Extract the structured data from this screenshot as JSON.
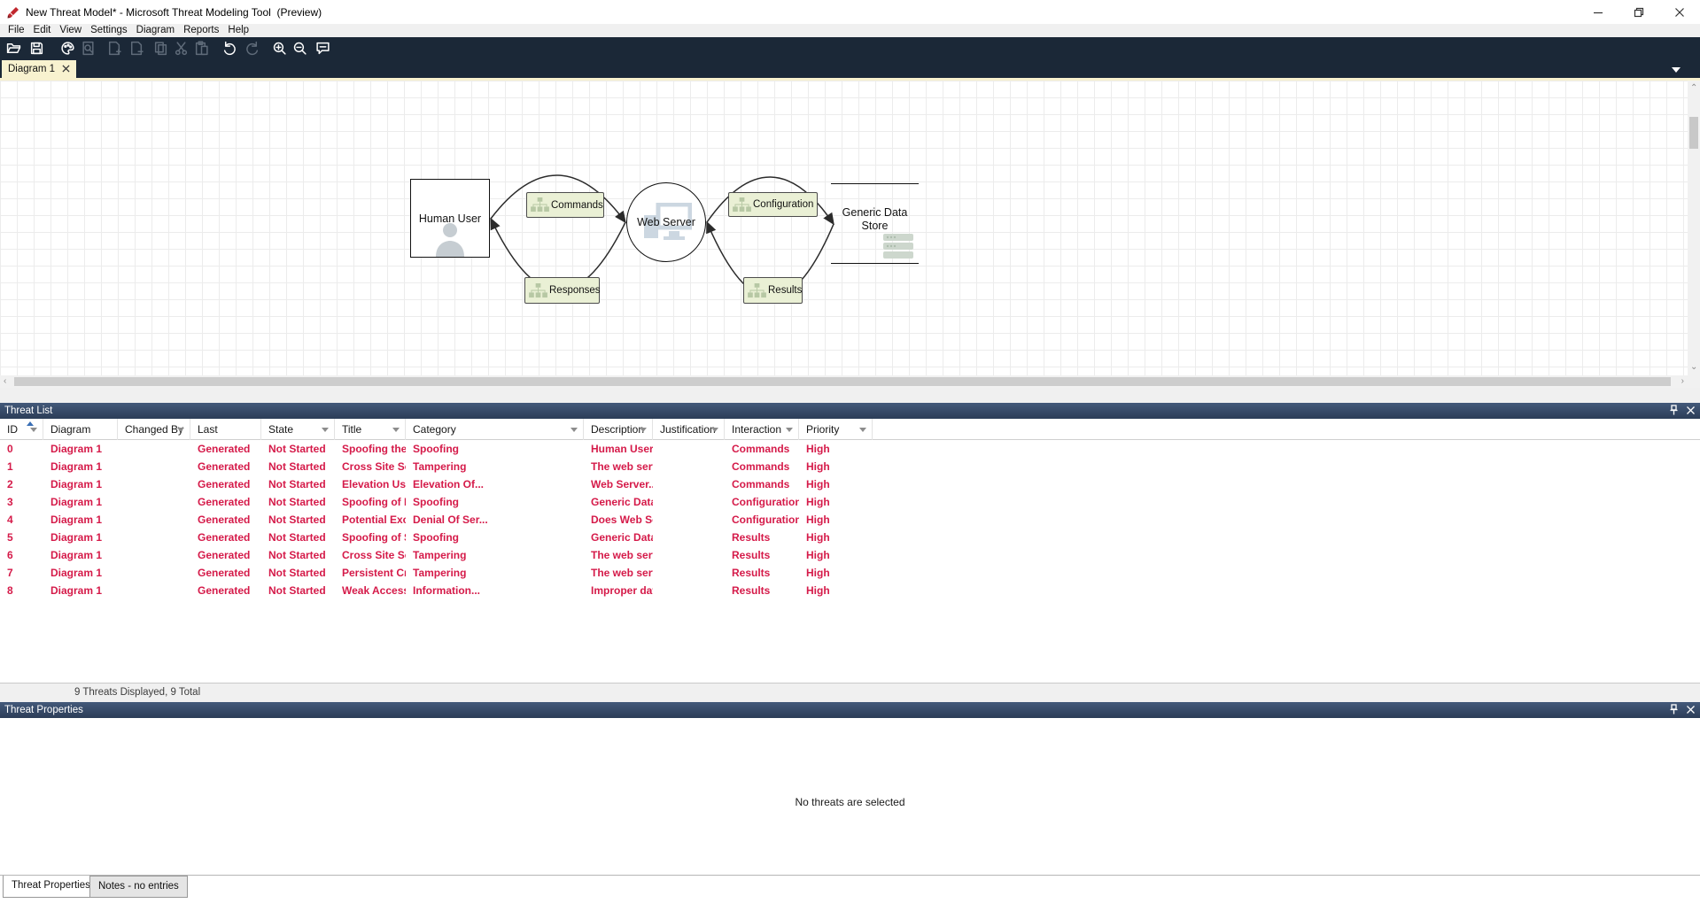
{
  "window": {
    "title": "New Threat Model* - Microsoft Threat Modeling Tool  (Preview)"
  },
  "menu": {
    "items": [
      {
        "label": "File"
      },
      {
        "label": "Edit"
      },
      {
        "label": "View"
      },
      {
        "label": "Settings"
      },
      {
        "label": "Diagram"
      },
      {
        "label": "Reports"
      },
      {
        "label": "Help"
      }
    ]
  },
  "toolbar": {
    "icons": [
      {
        "name": "open-folder-icon",
        "enabled": true
      },
      {
        "name": "save-icon",
        "enabled": true
      },
      {
        "name": "report-palette-icon",
        "enabled": true
      },
      {
        "name": "find-in-document-icon",
        "enabled": false
      },
      {
        "name": "add-diagram-icon",
        "enabled": false
      },
      {
        "name": "remove-diagram-icon",
        "enabled": false
      },
      {
        "name": "copy-icon",
        "enabled": false
      },
      {
        "name": "cut-icon",
        "enabled": false
      },
      {
        "name": "paste-icon",
        "enabled": false
      },
      {
        "name": "undo-icon",
        "enabled": true
      },
      {
        "name": "redo-icon",
        "enabled": false
      },
      {
        "name": "zoom-in-icon",
        "enabled": true
      },
      {
        "name": "zoom-out-icon",
        "enabled": true
      },
      {
        "name": "feedback-icon",
        "enabled": true
      }
    ]
  },
  "diagram_tab": {
    "label": "Diagram 1"
  },
  "diagram": {
    "nodes": {
      "human_user": "Human User",
      "web_server": "Web Server",
      "generic_data_store": "Generic Data Store"
    },
    "flows": {
      "commands": "Commands",
      "responses": "Responses",
      "configuration": "Configuration",
      "results": "Results"
    }
  },
  "threat_list": {
    "title": "Threat List",
    "status": "9 Threats Displayed, 9 Total",
    "columns": [
      {
        "field": "id",
        "label": "ID",
        "filter": true,
        "sorted": "asc"
      },
      {
        "field": "diagram",
        "label": "Diagram",
        "filter": false
      },
      {
        "field": "changed_by",
        "label": "Changed By",
        "filter": true
      },
      {
        "field": "last_modified",
        "label": "Last Modified",
        "filter": false
      },
      {
        "field": "state",
        "label": "State",
        "filter": true
      },
      {
        "field": "title",
        "label": "Title",
        "filter": true
      },
      {
        "field": "category",
        "label": "Category",
        "filter": true
      },
      {
        "field": "description",
        "label": "Description",
        "filter": true
      },
      {
        "field": "justification",
        "label": "Justification",
        "filter": true
      },
      {
        "field": "interaction",
        "label": "Interaction",
        "filter": true
      },
      {
        "field": "priority",
        "label": "Priority",
        "filter": true
      }
    ],
    "rows": [
      {
        "id": "0",
        "diagram": "Diagram 1",
        "changed_by": "",
        "last_modified": "Generated",
        "state": "Not Started",
        "title": "Spoofing the...",
        "category": "Spoofing",
        "description": "Human User...",
        "justification": "",
        "interaction": "Commands",
        "priority": "High"
      },
      {
        "id": "1",
        "diagram": "Diagram 1",
        "changed_by": "",
        "last_modified": "Generated",
        "state": "Not Started",
        "title": "Cross Site Scr...",
        "category": "Tampering",
        "description": "The web serv...",
        "justification": "",
        "interaction": "Commands",
        "priority": "High"
      },
      {
        "id": "2",
        "diagram": "Diagram 1",
        "changed_by": "",
        "last_modified": "Generated",
        "state": "Not Started",
        "title": "Elevation Usi...",
        "category": "Elevation Of...",
        "description": "Web Server...",
        "justification": "",
        "interaction": "Commands",
        "priority": "High"
      },
      {
        "id": "3",
        "diagram": "Diagram 1",
        "changed_by": "",
        "last_modified": "Generated",
        "state": "Not Started",
        "title": "Spoofing of D...",
        "category": "Spoofing",
        "description": "Generic Data...",
        "justification": "",
        "interaction": "Configuration",
        "priority": "High"
      },
      {
        "id": "4",
        "diagram": "Diagram 1",
        "changed_by": "",
        "last_modified": "Generated",
        "state": "Not Started",
        "title": "Potential Exc...",
        "category": "Denial Of Ser...",
        "description": "Does Web Se...",
        "justification": "",
        "interaction": "Configuration",
        "priority": "High"
      },
      {
        "id": "5",
        "diagram": "Diagram 1",
        "changed_by": "",
        "last_modified": "Generated",
        "state": "Not Started",
        "title": "Spoofing of S...",
        "category": "Spoofing",
        "description": "Generic Data...",
        "justification": "",
        "interaction": "Results",
        "priority": "High"
      },
      {
        "id": "6",
        "diagram": "Diagram 1",
        "changed_by": "",
        "last_modified": "Generated",
        "state": "Not Started",
        "title": "Cross Site Scr...",
        "category": "Tampering",
        "description": "The web serv...",
        "justification": "",
        "interaction": "Results",
        "priority": "High"
      },
      {
        "id": "7",
        "diagram": "Diagram 1",
        "changed_by": "",
        "last_modified": "Generated",
        "state": "Not Started",
        "title": "Persistent Cr...",
        "category": "Tampering",
        "description": "The web serv...",
        "justification": "",
        "interaction": "Results",
        "priority": "High"
      },
      {
        "id": "8",
        "diagram": "Diagram 1",
        "changed_by": "",
        "last_modified": "Generated",
        "state": "Not Started",
        "title": "Weak Access...",
        "category": "Information...",
        "description": "Improper dat...",
        "justification": "",
        "interaction": "Results",
        "priority": "High"
      }
    ]
  },
  "threat_properties": {
    "title": "Threat Properties",
    "empty_message": "No threats are selected",
    "tabs": [
      {
        "label": "Threat Properties",
        "active": true
      },
      {
        "label": "Notes - no entries",
        "active": false
      }
    ]
  },
  "colors": {
    "accent_dark": "#1b2837",
    "panel_header": "#34486a",
    "threat_text": "#d51a49",
    "tab_cream": "#f8f2cf",
    "flow_fill": "#eaf0d5"
  }
}
